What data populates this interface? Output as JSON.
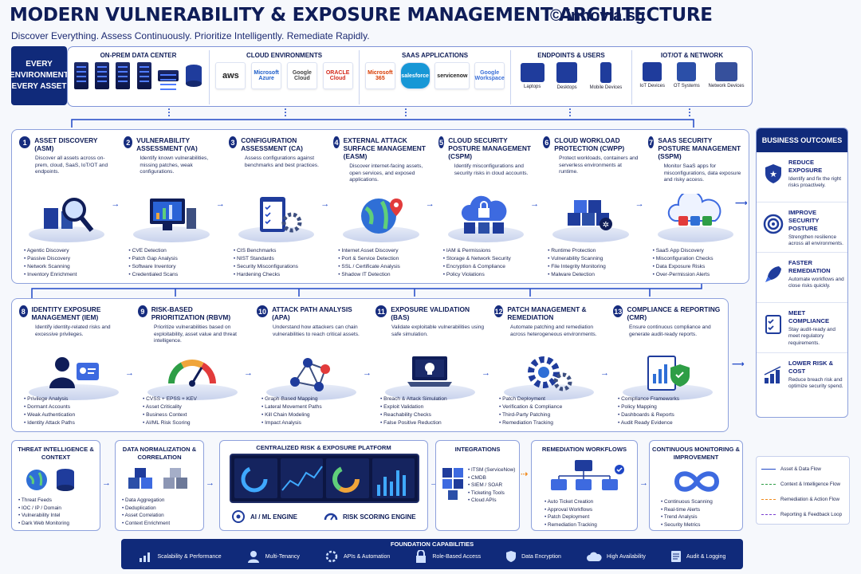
{
  "header": {
    "title": "MODERN VULNERABILITY & EXPOSURE MANAGEMENT ARCHITECTURE",
    "brand": "© innovia.sg",
    "subtitle": "Discover Everything. Assess Continuously. Prioritize Intelligently. Remediate Rapidly."
  },
  "environment": {
    "badge_line1": "EVERY",
    "badge_line2": "ENVIRONMENT",
    "badge_line3": "EVERY ASSET",
    "groups": [
      {
        "title": "ON-PREM DATA CENTER"
      },
      {
        "title": "CLOUD ENVIRONMENTS",
        "logos": [
          "aws",
          "Microsoft Azure",
          "Google Cloud",
          "ORACLE Cloud"
        ]
      },
      {
        "title": "SAAS APPLICATIONS",
        "logos": [
          "Microsoft 365",
          "salesforce",
          "servicenow",
          "Google Workspace"
        ]
      },
      {
        "title": "ENDPOINTS & USERS",
        "items": [
          "Laptops",
          "Desktops",
          "Mobile Devices"
        ]
      },
      {
        "title": "IOT/OT & NETWORK",
        "items": [
          "IoT Devices",
          "OT Systems",
          "Network Devices"
        ]
      }
    ]
  },
  "modules_row1": [
    {
      "num": "1",
      "title": "ASSET DISCOVERY (ASM)",
      "desc": "Discover all assets across on-prem, cloud, SaaS, IoT/OT and endpoints.",
      "icon": "magnifier-icon",
      "bullets": [
        "Agentic Discovery",
        "Passive Discovery",
        "Network Scanning",
        "Inventory Enrichment"
      ]
    },
    {
      "num": "2",
      "title": "VULNERABILITY ASSESSMENT (VA)",
      "desc": "Identify known vulnerabilities, missing patches, weak configurations.",
      "icon": "monitor-icon",
      "bullets": [
        "CVE Detection",
        "Patch Gap Analysis",
        "Software Inventory",
        "Credentialed Scans"
      ]
    },
    {
      "num": "3",
      "title": "CONFIGURATION ASSESSMENT (CA)",
      "desc": "Assess configurations against benchmarks and best practices.",
      "icon": "clipboard-icon",
      "bullets": [
        "CIS Benchmarks",
        "NIST Standards",
        "Security Misconfigurations",
        "Hardening Checks"
      ]
    },
    {
      "num": "4",
      "title": "EXTERNAL ATTACK SURFACE MANAGEMENT (EASM)",
      "desc": "Discover internet-facing assets, open services, and exposed applications.",
      "icon": "globe-icon",
      "bullets": [
        "Internet Asset Discovery",
        "Port & Service Detection",
        "SSL / Certificate Analysis",
        "Shadow IT Detection"
      ]
    },
    {
      "num": "5",
      "title": "CLOUD SECURITY POSTURE MANAGEMENT (CSPM)",
      "desc": "Identify misconfigurations and security risks in cloud accounts.",
      "icon": "cloud-lock-icon",
      "bullets": [
        "IAM & Permissions",
        "Storage & Network Security",
        "Encryption & Compliance",
        "Policy Violations"
      ]
    },
    {
      "num": "6",
      "title": "CLOUD WORKLOAD PROTECTION (CWPP)",
      "desc": "Protect workloads, containers and serverless environments at runtime.",
      "icon": "containers-icon",
      "bullets": [
        "Runtime Protection",
        "Vulnerability Scanning",
        "File Integrity Monitoring",
        "Malware Detection"
      ]
    },
    {
      "num": "7",
      "title": "SAAS SECURITY POSTURE MANAGEMENT (SSPM)",
      "desc": "Monitor SaaS apps for misconfigurations, data exposure and risky access.",
      "icon": "cloud-apps-icon",
      "bullets": [
        "SaaS App Discovery",
        "Misconfiguration Checks",
        "Data Exposure Risks",
        "Over-Permission Alerts"
      ]
    }
  ],
  "modules_row2": [
    {
      "num": "8",
      "title": "IDENTITY EXPOSURE MANAGEMENT (IEM)",
      "desc": "Identify identity-related risks and excessive privileges.",
      "icon": "identity-icon",
      "bullets": [
        "Privilege Analysis",
        "Dormant Accounts",
        "Weak Authentication",
        "Identity Attack Paths"
      ]
    },
    {
      "num": "9",
      "title": "RISK-BASED PRIORITIZATION (RBVM)",
      "desc": "Prioritize vulnerabilities based on exploitability, asset value and threat intelligence.",
      "icon": "gauge-icon",
      "bullets": [
        "CVSS + EPSS + KEV",
        "Asset Criticality",
        "Business Context",
        "AI/ML Risk Scoring"
      ]
    },
    {
      "num": "10",
      "title": "ATTACK PATH ANALYSIS (APA)",
      "desc": "Understand how attackers can chain vulnerabilities to reach critical assets.",
      "icon": "graph-icon",
      "bullets": [
        "Graph-Based Mapping",
        "Lateral Movement Paths",
        "Kill Chain Modeling",
        "Impact Analysis"
      ]
    },
    {
      "num": "11",
      "title": "EXPOSURE VALIDATION (BAS)",
      "desc": "Validate exploitable vulnerabilities using safe simulation.",
      "icon": "skull-laptop-icon",
      "bullets": [
        "Breach & Attack Simulation",
        "Exploit Validation",
        "Reachability Checks",
        "False Positive Reduction"
      ]
    },
    {
      "num": "12",
      "title": "PATCH MANAGEMENT & REMEDIATION",
      "desc": "Automate patching and remediation across heterogeneous environments.",
      "icon": "gears-icon",
      "bullets": [
        "Patch Deployment",
        "Verification & Compliance",
        "Third-Party Patching",
        "Remediation Tracking"
      ]
    },
    {
      "num": "13",
      "title": "COMPLIANCE & REPORTING (CMR)",
      "desc": "Ensure continuous compliance and generate audit-ready reports.",
      "icon": "report-icon",
      "bullets": [
        "Compliance Frameworks",
        "Policy Mapping",
        "Dashboards & Reports",
        "Audit Ready Evidence"
      ]
    }
  ],
  "outcomes": {
    "title": "BUSINESS OUTCOMES",
    "items": [
      {
        "title": "REDUCE EXPOSURE",
        "desc": "Identify and fix the right risks proactively."
      },
      {
        "title": "IMPROVE SECURITY POSTURE",
        "desc": "Strengthen resilience across all environments."
      },
      {
        "title": "FASTER REMEDIATION",
        "desc": "Automate workflows and close risks quickly."
      },
      {
        "title": "MEET COMPLIANCE",
        "desc": "Stay audit-ready and meet regulatory requirements."
      },
      {
        "title": "LOWER RISK & COST",
        "desc": "Reduce breach risk and optimize security spend."
      }
    ]
  },
  "bottom": {
    "threat": {
      "title": "THREAT INTELLIGENCE & CONTEXT",
      "bullets": [
        "Threat Feeds",
        "IOC / IP / Domain",
        "Vulnerability Intel",
        "Dark Web Monitoring"
      ]
    },
    "normalization": {
      "title": "DATA NORMALIZATION & CORRELATION",
      "bullets": [
        "Data Aggregation",
        "Deduplication",
        "Asset Correlation",
        "Context Enrichment"
      ]
    },
    "platform": {
      "title": "CENTRALIZED RISK & EXPOSURE PLATFORM",
      "engine1": "AI / ML ENGINE",
      "engine2": "RISK SCORING ENGINE"
    },
    "integrations": {
      "title": "INTEGRATIONS",
      "bullets": [
        "ITSM (ServiceNow)",
        "CMDB",
        "SIEM / SOAR",
        "Ticketing Tools",
        "Cloud APIs"
      ]
    },
    "remediation": {
      "title": "REMEDIATION WORKFLOWS",
      "bullets": [
        "Auto Ticket Creation",
        "Approval Workflows",
        "Patch Deployment",
        "Remediation Tracking"
      ]
    },
    "monitoring": {
      "title": "CONTINUOUS MONITORING & IMPROVEMENT",
      "bullets": [
        "Continuous Scanning",
        "Real-time Alerts",
        "Trend Analysis",
        "Security Metrics"
      ]
    }
  },
  "legend": [
    {
      "label": "Asset & Data Flow",
      "color": "#1f47c6"
    },
    {
      "label": "Context & Intelligence Flow",
      "color": "#2e9e46"
    },
    {
      "label": "Remediation & Action Flow",
      "color": "#f08a1c"
    },
    {
      "label": "Reporting & Feedback Loop",
      "color": "#7a3fd0"
    }
  ],
  "foundation": {
    "title": "FOUNDATION CAPABILITIES",
    "items": [
      "Scalability & Performance",
      "Multi-Tenancy",
      "APIs & Automation",
      "Role-Based Access",
      "Data Encryption",
      "High Availability",
      "Audit & Logging"
    ]
  }
}
